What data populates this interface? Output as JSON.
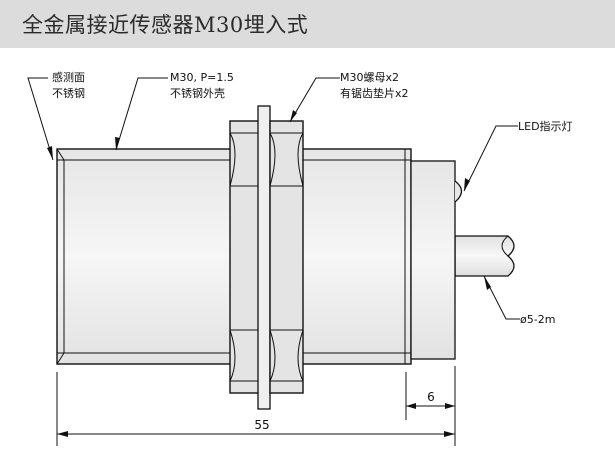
{
  "title": "全金属接近传感器M30埋入式",
  "labels": {
    "sensing_face_line1": "感测面",
    "sensing_face_line2": "不锈钢",
    "thread_line1": "M30, P=1.5",
    "thread_line2": "不锈钢外壳",
    "nut_line1": "M30螺母x2",
    "nut_line2": "有锯齿垫片x2",
    "led": "LED指示灯",
    "cable": "ø5-2m"
  },
  "dimensions": {
    "total_length": "55",
    "tail_length": "6"
  }
}
